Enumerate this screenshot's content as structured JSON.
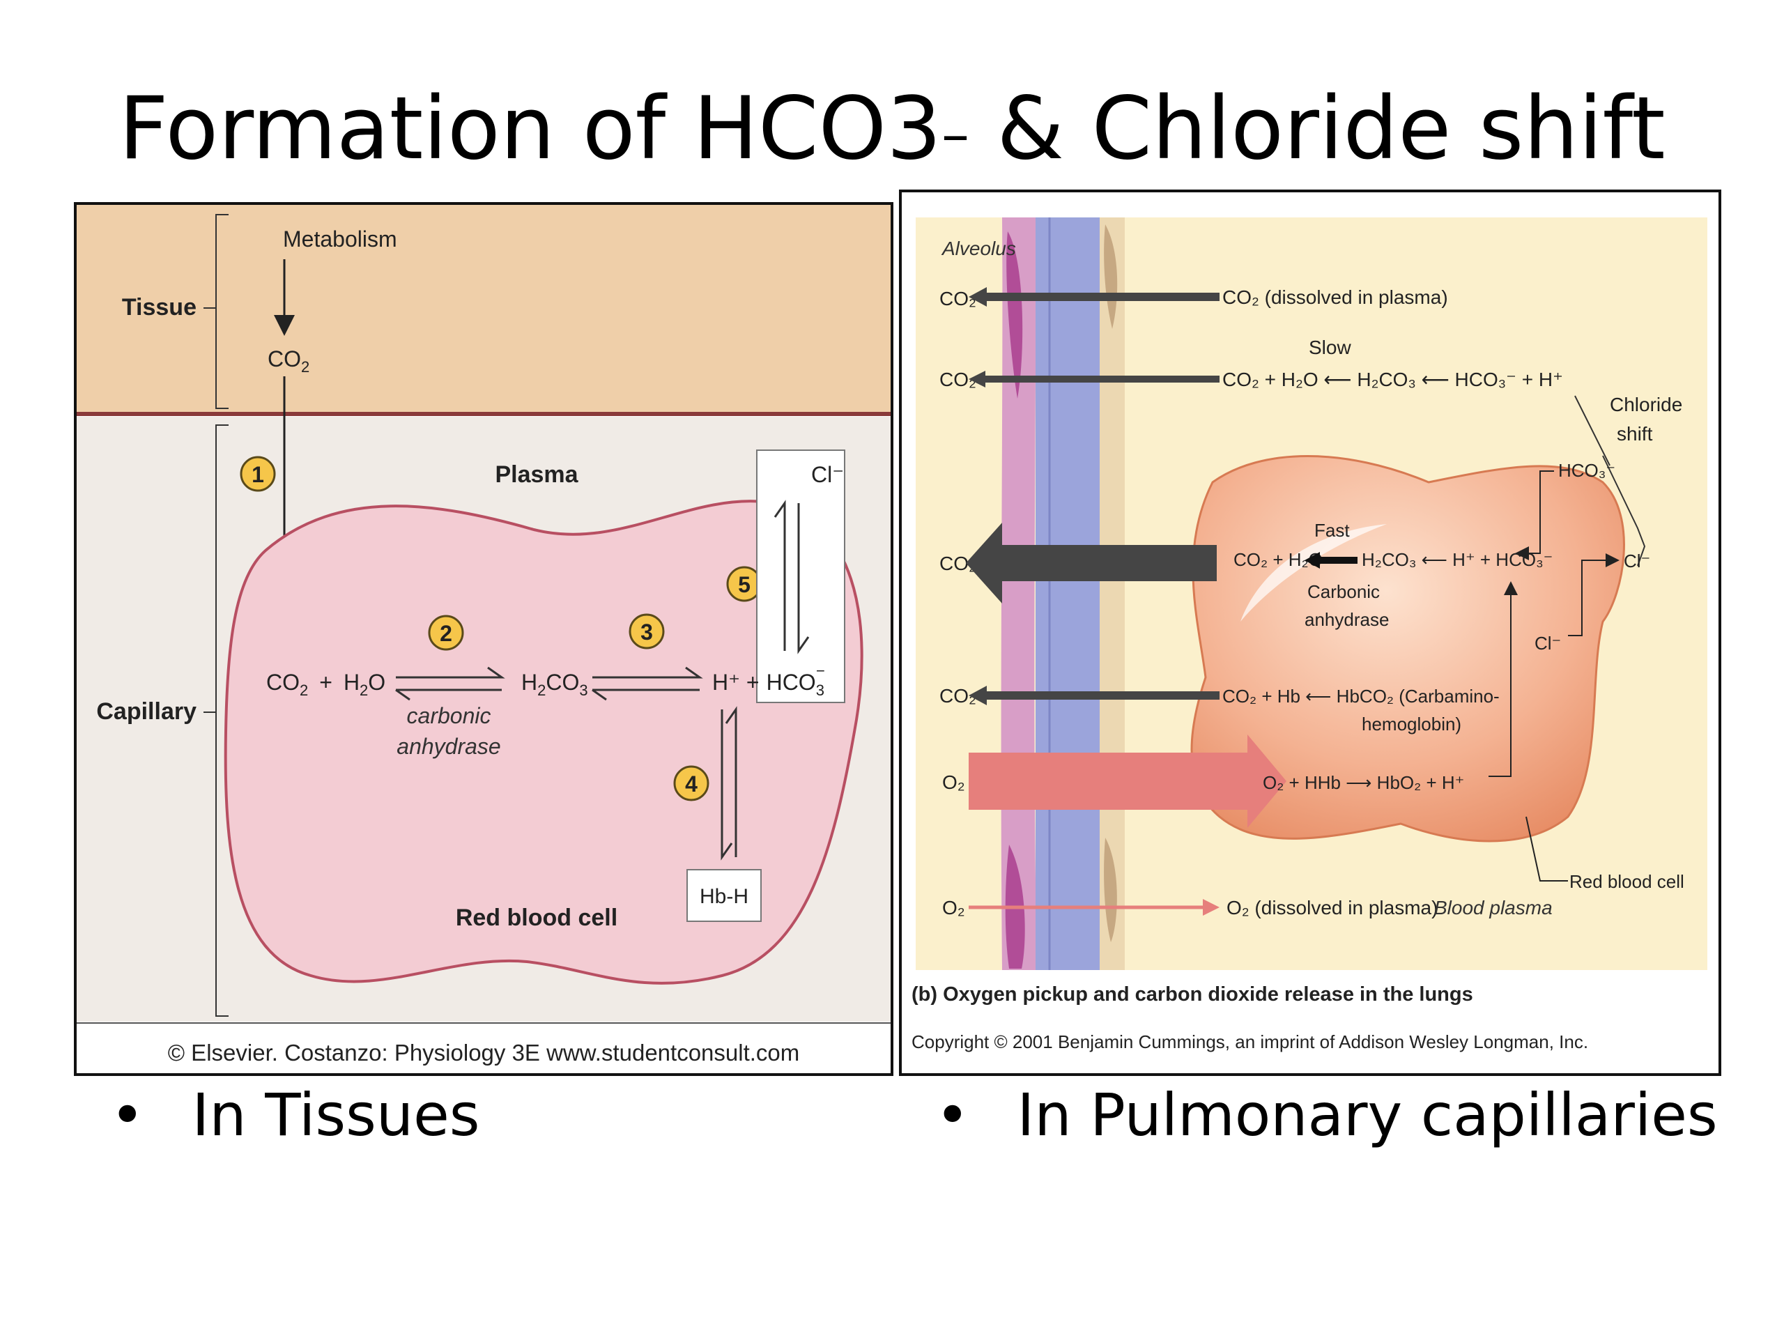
{
  "slide": {
    "title_main": "Formation of HCO3",
    "title_minus": "–",
    "title_rest": " & Chloride shift",
    "bullet_symbol": "•",
    "bullets": [
      "In Tissues",
      "In Pulmonary capillaries"
    ]
  },
  "left_diagram": {
    "region_tissue": "Tissue",
    "region_capillary": "Capillary",
    "metabolism": "Metabolism",
    "co2_tissue": "CO",
    "sub_2": "2",
    "plasma": "Plasma",
    "red_blood_cell": "Red blood cell",
    "steps": [
      "1",
      "2",
      "3",
      "4",
      "5"
    ],
    "co2": "CO",
    "plus": "+",
    "h2o_h": "H",
    "h2o_o": "O",
    "h2co3_h": "H",
    "h2co3_co": "CO",
    "sub_3": "3",
    "hplus": "H⁺ +",
    "hco3": "HCO",
    "hco3_charge": "−",
    "catalyst_1": "carbonic",
    "catalyst_2": "anhydrase",
    "cl": "Cl⁻",
    "hbh": "Hb-H",
    "credit": "© Elsevier. Costanzo: Physiology 3E www.studentconsult.com"
  },
  "right_diagram": {
    "alveolus": "Alveolus",
    "co2_labels": [
      "CO₂",
      "CO₂",
      "CO₂",
      "CO₂"
    ],
    "o2_labels": [
      "O₂",
      "O₂"
    ],
    "row1": "CO₂ (dissolved in plasma)",
    "slow": "Slow",
    "row2": "CO₂ + H₂O ⟵ H₂CO₃ ⟵ HCO₃⁻ + H⁺",
    "chloride_1": "Chloride",
    "chloride_2": "shift",
    "hco3_top": "HCO₃⁻",
    "fast": "Fast",
    "row3_left": "CO₂ + H₂O",
    "row3_mid": "H₂CO₃ ⟵ H⁺ + HCO₃⁻",
    "carbonic_1": "Carbonic",
    "carbonic_2": "anhydrase",
    "cl_out": "Cl⁻",
    "cl_in": "Cl⁻",
    "row4": "CO₂ + Hb ⟵ HbCO₂ (Carbamino-",
    "row4b": "hemoglobin)",
    "row5": "O₂ + HHb ⟶ HbO₂ + H⁺",
    "rbc": "Red blood cell",
    "row6": "O₂ (dissolved in plasma)",
    "blood_plasma": "Blood plasma",
    "caption": "(b) Oxygen pickup and carbon dioxide release in the lungs",
    "copyright": "Copyright © 2001 Benjamin Cummings, an imprint of Addison Wesley Longman, Inc."
  },
  "colors": {
    "tissue": "#efcfa9",
    "tissue_border": "#8a3a3a",
    "capillary_bg": "#f0ebe6",
    "cell_fill": "#f3ccd3",
    "cell_stroke": "#b84f62",
    "badge": "#f6c64a",
    "panel_bg": "#fbf0cc",
    "orange_cell": "#f1a27a",
    "dark_arrow": "#454545",
    "pink_arrow": "#e67f7c",
    "membrane_purple": "#c36aa7",
    "membrane_blue": "#9ba4db"
  }
}
